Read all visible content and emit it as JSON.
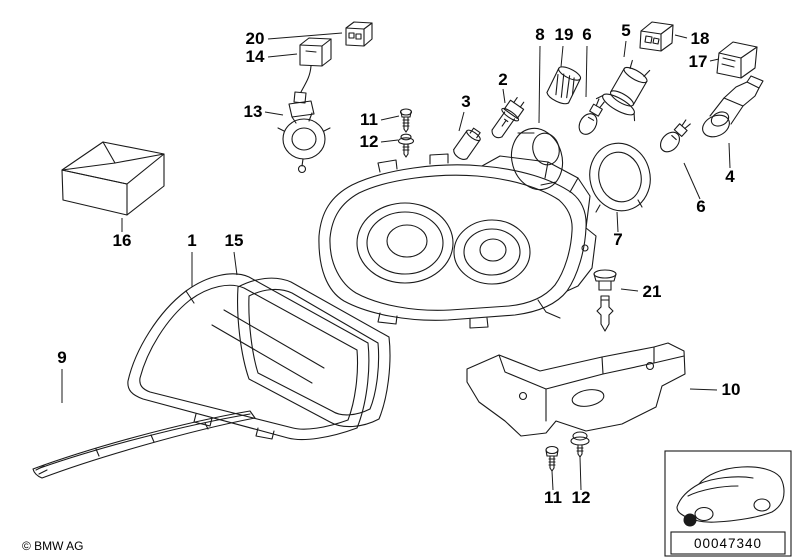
{
  "page": {
    "copyright": "© BMW AG",
    "plate_number": "00047340",
    "background_color": "#ffffff",
    "line_color": "#1a1a1a"
  },
  "callouts": [
    {
      "text": "20"
    },
    {
      "text": "14"
    },
    {
      "text": "13"
    },
    {
      "text": "16"
    },
    {
      "text": "11"
    },
    {
      "text": "12"
    },
    {
      "text": "2"
    },
    {
      "text": "3"
    },
    {
      "text": "8"
    },
    {
      "text": "19"
    },
    {
      "text": "6"
    },
    {
      "text": "5"
    },
    {
      "text": "18"
    },
    {
      "text": "17"
    },
    {
      "text": "4"
    },
    {
      "text": "6"
    },
    {
      "text": "7"
    },
    {
      "text": "21"
    },
    {
      "text": "1"
    },
    {
      "text": "15"
    },
    {
      "text": "9"
    },
    {
      "text": "10"
    },
    {
      "text": "11"
    },
    {
      "text": "12"
    }
  ]
}
